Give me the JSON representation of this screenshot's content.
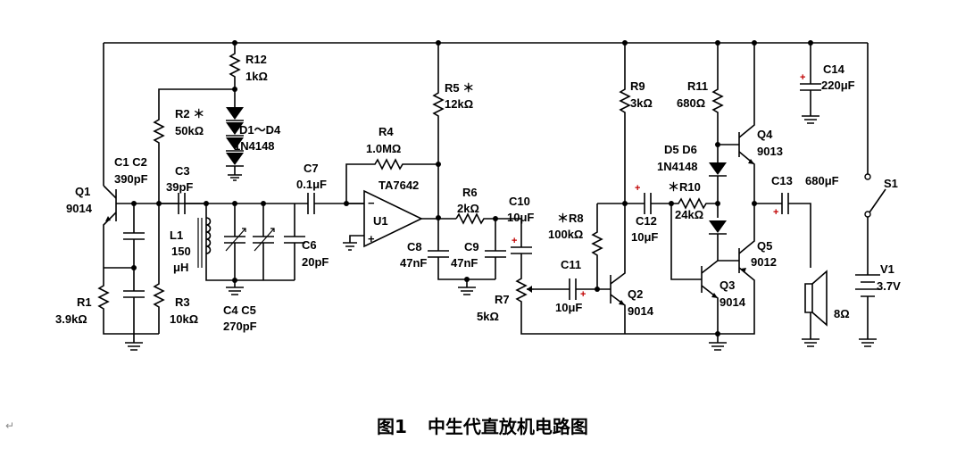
{
  "caption": {
    "figure": "图1",
    "title": "中生代直放机电路图"
  },
  "paragraph_mark": "↵",
  "colors": {
    "polarity_mark": "#c00000",
    "line": "#000000"
  },
  "parts": {
    "r12": {
      "name": "R12",
      "value": "1kΩ"
    },
    "r2": {
      "name": "R2 ＊",
      "value": "50kΩ"
    },
    "d14": {
      "name": "D1～D4",
      "value": "1N4148"
    },
    "c1c2": {
      "name": "C1  C2",
      "value": "390pF"
    },
    "c3": {
      "name": "C3",
      "value": "39pF"
    },
    "q1": {
      "name": "Q1",
      "value": "9014"
    },
    "l1": {
      "name": "L1",
      "value": "150",
      "unit": "μH"
    },
    "c6": {
      "name": "C6",
      "value": "20pF"
    },
    "c4c5": {
      "name": "C4  C5",
      "value": "270pF"
    },
    "r1": {
      "name": "R1",
      "value": "3.9kΩ"
    },
    "r3": {
      "name": "R3",
      "value": "10kΩ"
    },
    "c7": {
      "name": "C7",
      "value": "0.1μF"
    },
    "r4": {
      "name": "R4",
      "value": "1.0MΩ"
    },
    "r5": {
      "name": "R5 ＊",
      "value": "12kΩ"
    },
    "u1": {
      "name": "U1",
      "value": "TA7642"
    },
    "r6": {
      "name": "R6",
      "value": "2kΩ"
    },
    "c8": {
      "name": "C8",
      "value": "47nF"
    },
    "c9": {
      "name": "C9",
      "value": "47nF"
    },
    "c10": {
      "name": "C10",
      "value": "10μF"
    },
    "r7": {
      "name": "R7",
      "value": "5kΩ"
    },
    "r8": {
      "name": "＊R8",
      "value": "100kΩ"
    },
    "c11": {
      "name": "C11",
      "value": "10μF"
    },
    "r9": {
      "name": "R9",
      "value": "3kΩ"
    },
    "q2": {
      "name": "Q2",
      "value": "9014"
    },
    "c12": {
      "name": "C12",
      "value": "10μF"
    },
    "r10": {
      "name": "＊R10",
      "value": "24kΩ"
    },
    "r11": {
      "name": "R11",
      "value": "680Ω"
    },
    "d56": {
      "name": "D5  D6",
      "value": "1N4148"
    },
    "q3": {
      "name": "Q3",
      "value": "9014"
    },
    "q4": {
      "name": "Q4",
      "value": "9013"
    },
    "q5": {
      "name": "Q5",
      "value": "9012"
    },
    "c13": {
      "name": "C13",
      "value": "680μF"
    },
    "c14": {
      "name": "C14",
      "value": "220μF"
    },
    "s1": {
      "name": "S1"
    },
    "v1": {
      "name": "V1",
      "value": "3.7V"
    },
    "spk": {
      "value": "8Ω"
    }
  },
  "opamp_pins": {
    "minus": "−",
    "plus": "+"
  },
  "polarity": {
    "plus": "+"
  }
}
